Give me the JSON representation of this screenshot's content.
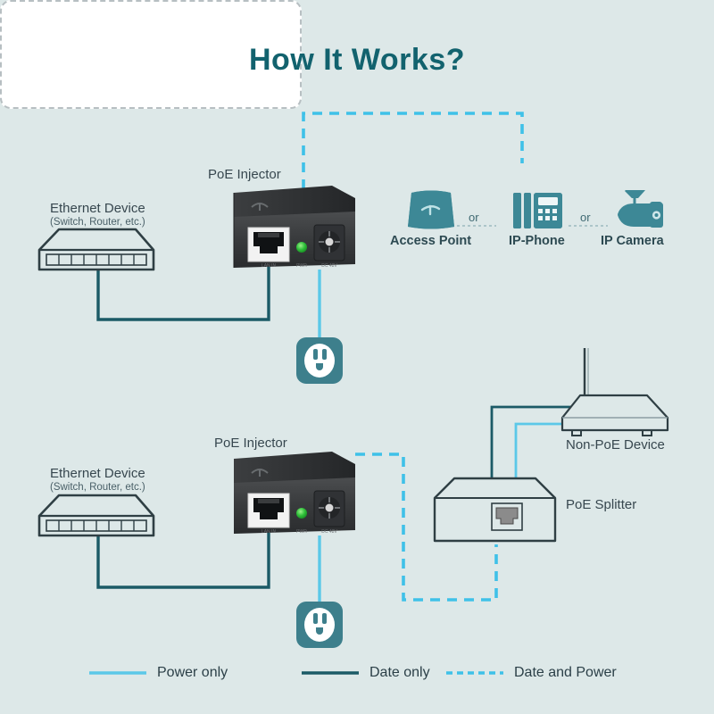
{
  "page": {
    "title": "How It Works?",
    "background_color": "#dde8e8",
    "title_color": "#12626e"
  },
  "colors": {
    "power_cable": "#5bc8e8",
    "data_cable": "#1b5a66",
    "data_and_power_cable": "#3fc1e8",
    "device_icon": "#3d8896",
    "outline": "#2f3f44",
    "card_border": "#b7bfc2"
  },
  "diagrams": [
    {
      "id": "top-scenario",
      "ethernet_device": {
        "label": "Ethernet Device",
        "sublabel": "(Switch, Router, etc.)"
      },
      "poe_injector": {
        "label": "PoE Injector",
        "port_label": "LAN IN",
        "led_label": "PWR",
        "power_label": "DC 48V"
      },
      "power_outlet": {
        "name": "power-outlet"
      },
      "powered_devices": {
        "separator": "or",
        "items": [
          {
            "name": "access-point",
            "label": "Access Point"
          },
          {
            "name": "ip-phone",
            "label": "IP-Phone"
          },
          {
            "name": "ip-camera",
            "label": "IP Camera"
          }
        ]
      }
    },
    {
      "id": "bottom-scenario",
      "ethernet_device": {
        "label": "Ethernet Device",
        "sublabel": "(Switch, Router, etc.)"
      },
      "poe_injector": {
        "label": "PoE Injector",
        "port_label": "LAN IN",
        "led_label": "PWR",
        "power_label": "DC 48V"
      },
      "power_outlet": {
        "name": "power-outlet"
      },
      "poe_splitter": {
        "label": "PoE Splitter"
      },
      "non_poe_device": {
        "label": "Non-PoE Device"
      }
    }
  ],
  "legend": {
    "items": [
      {
        "label": "Power only",
        "style": "solid",
        "color": "#5bc8e8"
      },
      {
        "label": "Date only",
        "style": "solid",
        "color": "#1b5a66"
      },
      {
        "label": "Date and Power",
        "style": "dashed",
        "color": "#3fc1e8"
      }
    ]
  }
}
